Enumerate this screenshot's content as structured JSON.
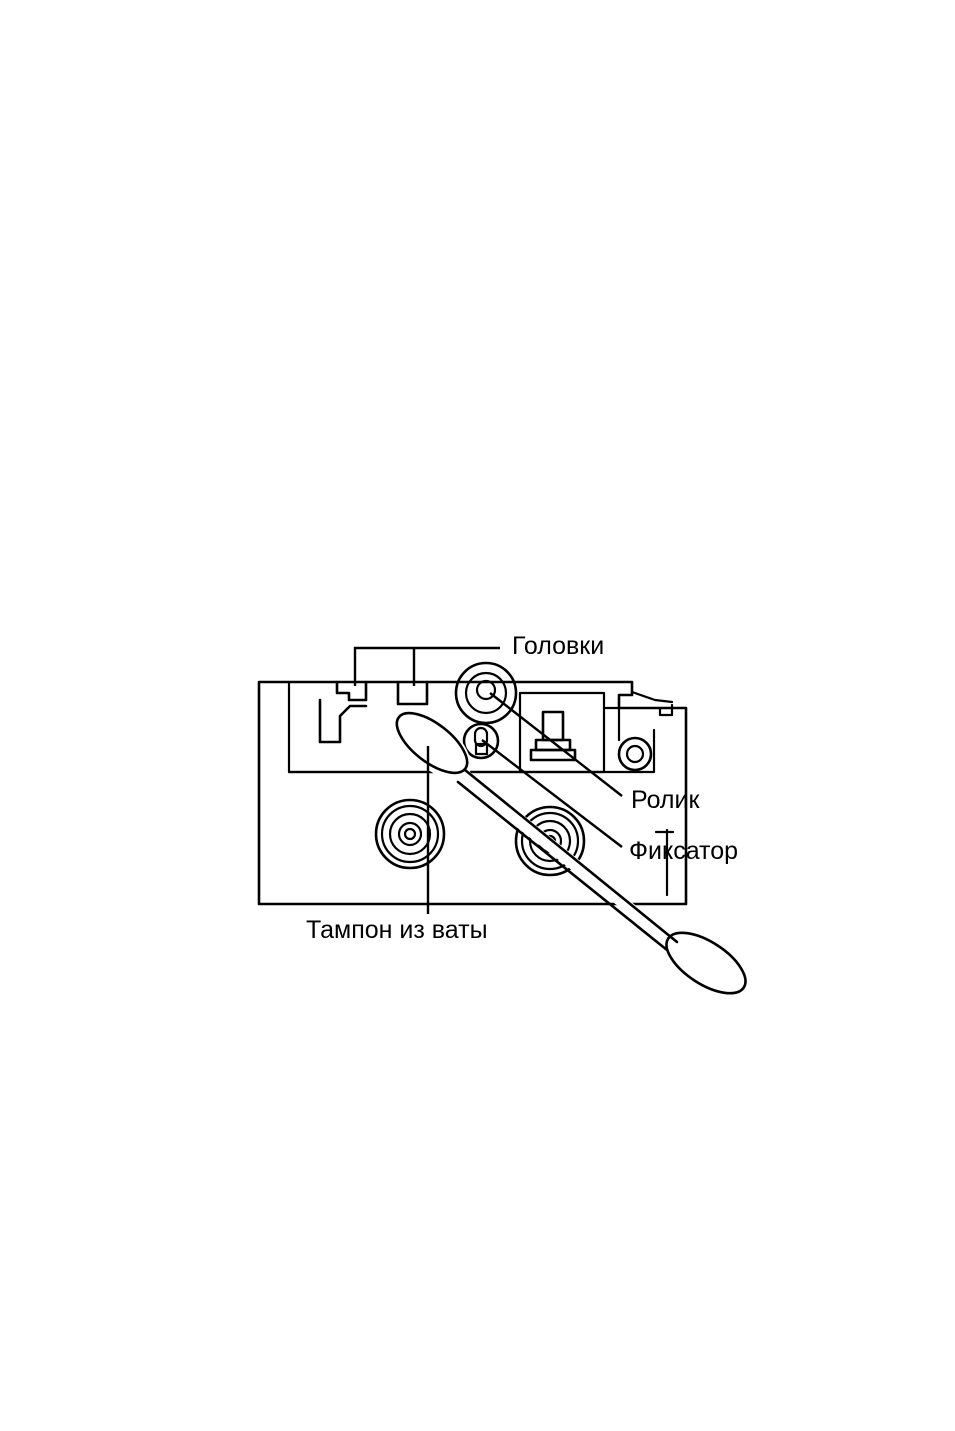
{
  "labels": {
    "heads": "Головки",
    "roller": "Ролик",
    "latch": "Фиксатор",
    "swab": "Тампон из ваты"
  },
  "colors": {
    "ink": "#000000",
    "paper": "#ffffff"
  }
}
